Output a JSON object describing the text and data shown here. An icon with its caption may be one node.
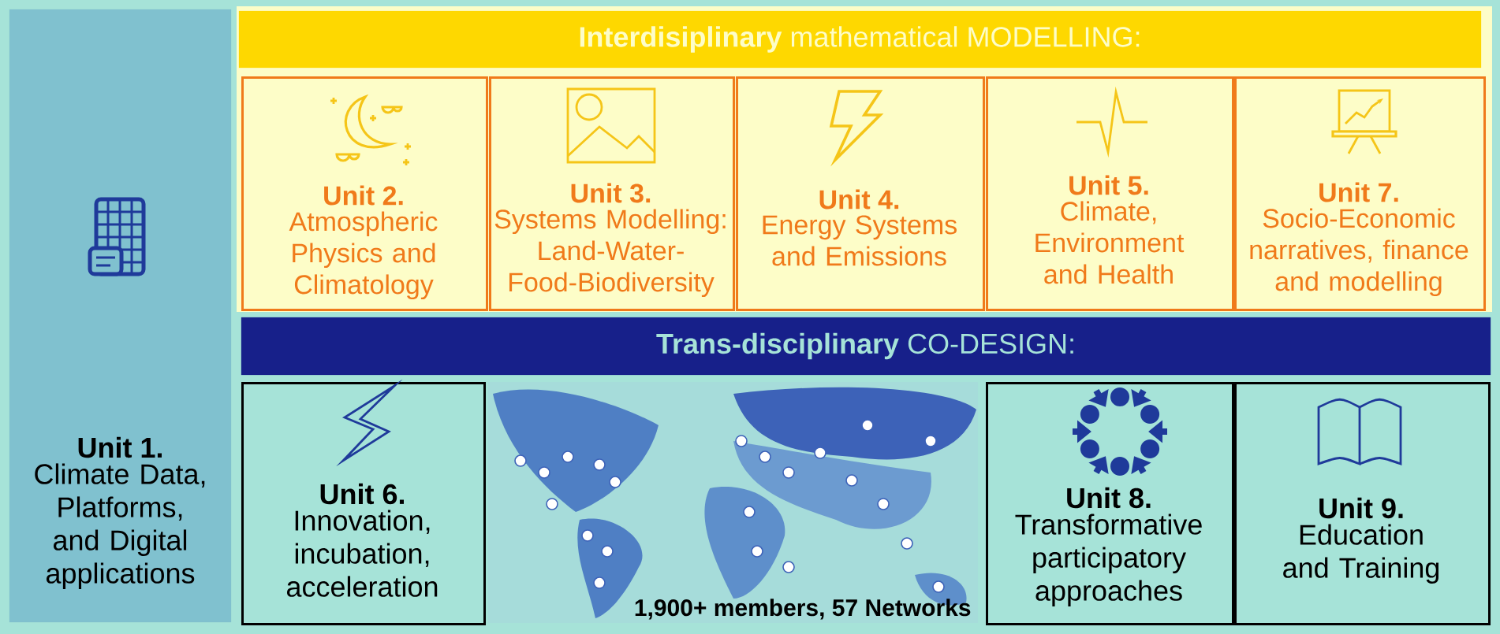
{
  "diagram": {
    "nodes": [
      {
        "text": [
          "Unit 1.",
          "Climate Data, Platforms, and Digital applications"
        ]
      },
      {
        "text": [
          "**Interdisiplinary** mathematical MODELLING:"
        ]
      },
      {
        "text": [
          "Unit 2.",
          "Atmospheric Physics and Climatology"
        ]
      },
      {
        "text": [
          "Unit 3.",
          "Systems Modelling: Land-Water-Food-Biodiversity"
        ]
      },
      {
        "text": [
          "Unit 4.",
          "Energy Systems and Emissions"
        ]
      },
      {
        "text": [
          "Unit 5.",
          "Climate, Environment and Health"
        ]
      },
      {
        "text": [
          "Unit 7.",
          "Socio-Economic narratives, finance and modelling"
        ]
      },
      {
        "text": [
          "**Trans-disciplinary** CO-DESIGN:"
        ]
      },
      {
        "text": [
          "Unit 6.",
          "Innovation, incubation, acceleration"
        ]
      },
      {
        "text": [
          "Unit 8.",
          "Transformative participatory approaches"
        ]
      },
      {
        "text": [
          "Unit 9.",
          "Education and Training"
        ]
      }
    ],
    "labels": [
      "1,900+ members, 57 Networks"
    ]
  }
}
